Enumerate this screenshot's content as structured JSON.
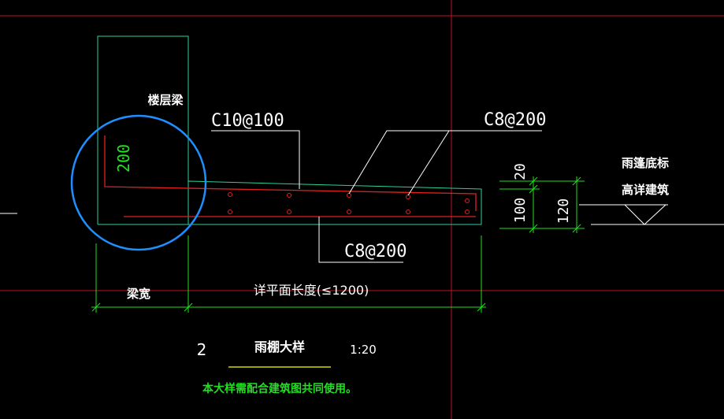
{
  "colors": {
    "background": "#000000",
    "crosshair": "#c0141e",
    "outline": "#2ecf9a",
    "rebar": "#e02020",
    "dimension": "#20e020",
    "leader": "#ffffff",
    "highlight": "#1e8fff",
    "note": "#ffff00"
  },
  "labels": {
    "floor_beam": "楼层梁",
    "top_rebar": "C10@100",
    "dist_rebar_top": "C8@200",
    "dist_rebar_bottom": "C8@200",
    "canopy_bottom_line1": "雨篷底标",
    "canopy_bottom_line2": "高详建筑"
  },
  "dimensions": {
    "beam_height_hook": "200",
    "slab_tip": "20",
    "slab_root": "100",
    "slab_total": "120",
    "beam_width": "梁宽",
    "cantilever_length": "详平面长度(≤1200)"
  },
  "title_block": {
    "detail_number": "2",
    "detail_title": "雨棚大样",
    "scale": "1:20",
    "note": "本大样需配合建筑图共同使用。"
  }
}
